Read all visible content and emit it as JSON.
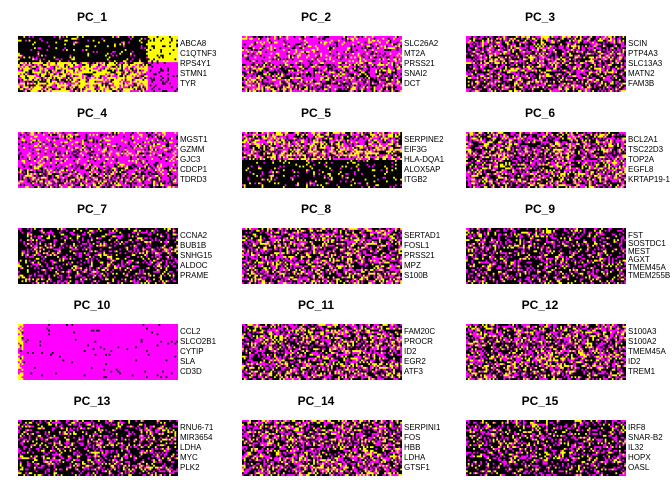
{
  "chart_data": {
    "type": "heatmap",
    "layout": {
      "columns": 3,
      "rows": 5
    },
    "color_scale": {
      "low": "#ff00ff",
      "mid": "#000000",
      "high": "#ffff00"
    },
    "panels": [
      {
        "title": "PC_1",
        "genes": [
          "ABCA8",
          "C1QTNF3",
          "RPS4Y1",
          "STMN1",
          "TYR"
        ],
        "pattern": "split",
        "split_col": 0.8,
        "split_row": 0.45,
        "seed": 11
      },
      {
        "title": "PC_2",
        "genes": [
          "SLC26A2",
          "MT2A",
          "PRSS21",
          "SNAI2",
          "DCT"
        ],
        "pattern": "magenta_top",
        "split_row": 0.5,
        "seed": 22
      },
      {
        "title": "PC_3",
        "genes": [
          "SCIN",
          "PTP4A3",
          "SLC13A3",
          "MATN2",
          "FAM3B"
        ],
        "pattern": "noise",
        "seed": 33
      },
      {
        "title": "PC_4",
        "genes": [
          "MGST1",
          "GZMM",
          "GJC3",
          "CDCP1",
          "TDRD3"
        ],
        "pattern": "magenta_top",
        "split_row": 0.6,
        "seed": 44
      },
      {
        "title": "PC_5",
        "genes": [
          "SERPINE2",
          "EIF3G",
          "HLA-DQA1",
          "ALOX5AP",
          "ITGB2"
        ],
        "pattern": "split_bottom_dark",
        "split_row": 0.5,
        "seed": 55
      },
      {
        "title": "PC_6",
        "genes": [
          "BCL2A1",
          "TSC22D3",
          "TOP2A",
          "EGFL8",
          "KRTAP19-1"
        ],
        "pattern": "noise",
        "seed": 66
      },
      {
        "title": "PC_7",
        "genes": [
          "CCNA2",
          "BUB1B",
          "SNHG15",
          "ALDOC",
          "PRAME"
        ],
        "pattern": "noise_dark",
        "seed": 77
      },
      {
        "title": "PC_8",
        "genes": [
          "SERTAD1",
          "FOSL1",
          "PRSS21",
          "MPZ",
          "S100B"
        ],
        "pattern": "noise",
        "seed": 88
      },
      {
        "title": "PC_9",
        "genes": [
          "FST",
          "SOSTDC1",
          "MEST",
          "AGXT",
          "TMEM45A",
          "TMEM255B"
        ],
        "pattern": "noise_dark",
        "seed": 99
      },
      {
        "title": "PC_10",
        "genes": [
          "CCL2",
          "SLCO2B1",
          "CYTIP",
          "SLA",
          "CD3D"
        ],
        "pattern": "magenta_full",
        "seed": 110
      },
      {
        "title": "PC_11",
        "genes": [
          "FAM20C",
          "PROCR",
          "ID2",
          "EGR2",
          "ATF3"
        ],
        "pattern": "noise",
        "seed": 121
      },
      {
        "title": "PC_12",
        "genes": [
          "S100A3",
          "S100A2",
          "TMEM45A",
          "ID2",
          "TREM1"
        ],
        "pattern": "noise",
        "seed": 132
      },
      {
        "title": "PC_13",
        "genes": [
          "RNU6-71",
          "MIR3654",
          "LDHA",
          "MYC",
          "PLK2"
        ],
        "pattern": "noise_dark",
        "seed": 143
      },
      {
        "title": "PC_14",
        "genes": [
          "SERPINI1",
          "FOS",
          "HBB",
          "LDHA",
          "GTSF1"
        ],
        "pattern": "noise",
        "seed": 154
      },
      {
        "title": "PC_15",
        "genes": [
          "IRF8",
          "SNAR-B2",
          "IL32",
          "HOPX",
          "OASL"
        ],
        "pattern": "noise_dark",
        "seed": 165
      }
    ]
  }
}
